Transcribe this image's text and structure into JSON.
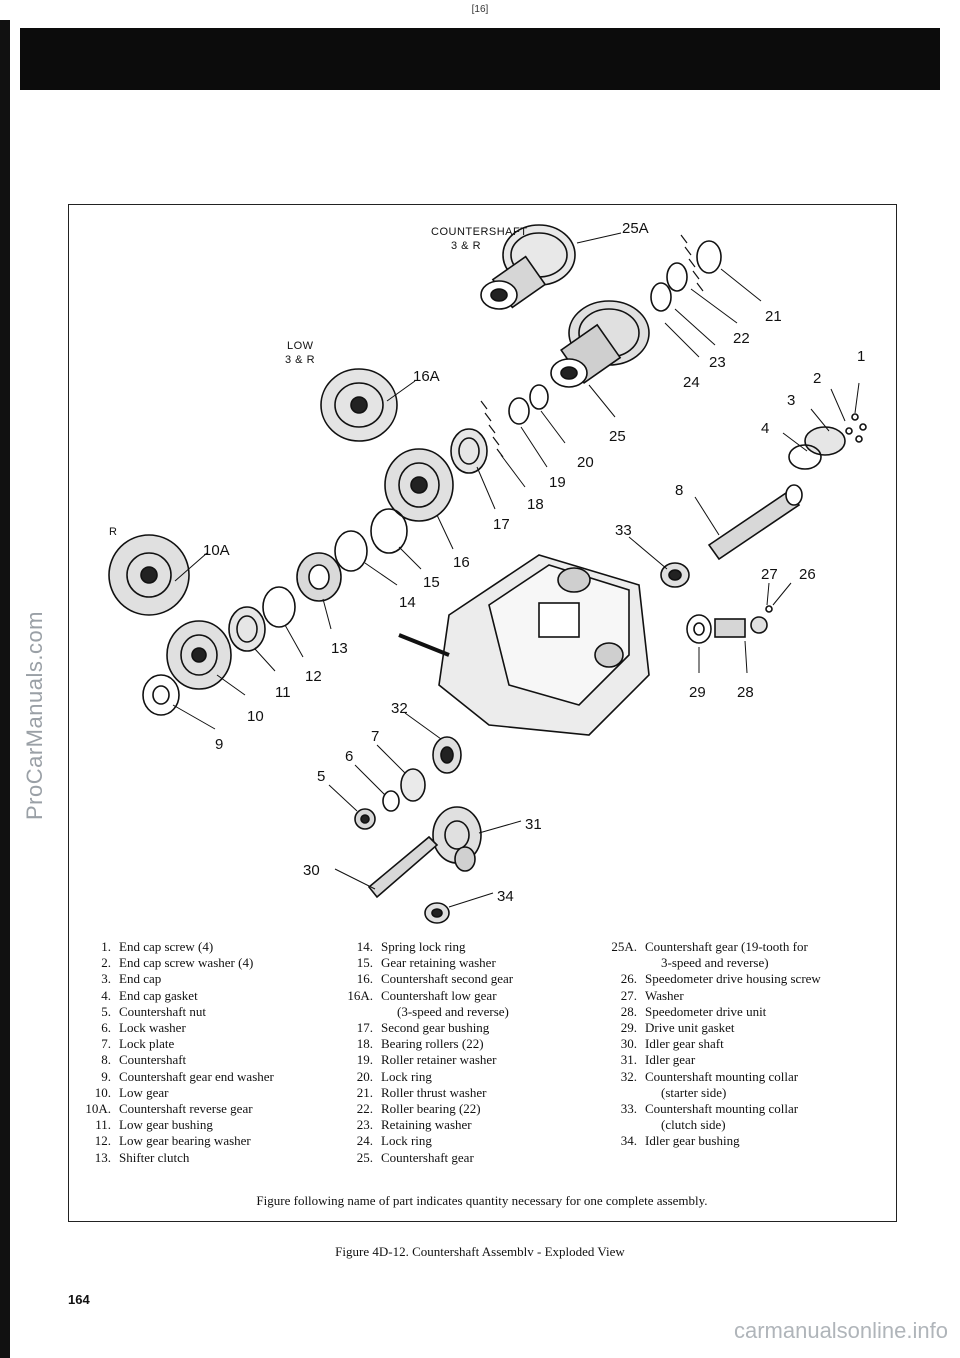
{
  "header": {
    "page_tag": "[16]"
  },
  "watermarks": {
    "left": "ProCarManuals.com",
    "bottom": "carmanualsonline.info"
  },
  "diagram": {
    "group_labels": {
      "countershaft": "COUNTERSHAFT",
      "countershaft_sub": "3 & R",
      "low": "LOW",
      "low_sub": "3 & R",
      "r": "R"
    },
    "callouts": [
      "25A",
      "21",
      "22",
      "23",
      "24",
      "1",
      "2",
      "3",
      "4",
      "16A",
      "25",
      "20",
      "19",
      "18",
      "17",
      "8",
      "33",
      "10A",
      "16",
      "15",
      "14",
      "27",
      "26",
      "13",
      "12",
      "11",
      "10",
      "9",
      "29",
      "28",
      "32",
      "7",
      "6",
      "5",
      "31",
      "30",
      "34"
    ]
  },
  "legend": {
    "col1": [
      {
        "n": "1.",
        "t": "End cap screw (4)"
      },
      {
        "n": "2.",
        "t": "End cap screw washer (4)"
      },
      {
        "n": "3.",
        "t": "End cap"
      },
      {
        "n": "4.",
        "t": "End cap gasket"
      },
      {
        "n": "5.",
        "t": "Countershaft nut"
      },
      {
        "n": "6.",
        "t": "Lock washer"
      },
      {
        "n": "7.",
        "t": "Lock plate"
      },
      {
        "n": "8.",
        "t": "Countershaft"
      },
      {
        "n": "9.",
        "t": "Countershaft gear end washer"
      },
      {
        "n": "10.",
        "t": "Low gear"
      },
      {
        "n": "10A.",
        "t": "Countershaft reverse gear"
      },
      {
        "n": "11.",
        "t": "Low gear bushing"
      },
      {
        "n": "12.",
        "t": "Low gear bearing washer"
      },
      {
        "n": "13.",
        "t": "Shifter clutch"
      }
    ],
    "col2": [
      {
        "n": "14.",
        "t": "Spring lock ring"
      },
      {
        "n": "15.",
        "t": "Gear retaining washer"
      },
      {
        "n": "16.",
        "t": "Countershaft second gear"
      },
      {
        "n": "16A.",
        "t": "Countershaft low gear",
        "c": "(3-speed and reverse)"
      },
      {
        "n": "17.",
        "t": "Second gear bushing"
      },
      {
        "n": "18.",
        "t": "Bearing rollers (22)"
      },
      {
        "n": "19.",
        "t": "Roller retainer washer"
      },
      {
        "n": "20.",
        "t": "Lock ring"
      },
      {
        "n": "21.",
        "t": "Roller thrust washer"
      },
      {
        "n": "22.",
        "t": "Roller bearing (22)"
      },
      {
        "n": "23.",
        "t": "Retaining washer"
      },
      {
        "n": "24.",
        "t": "Lock ring"
      },
      {
        "n": "25.",
        "t": "Countershaft gear"
      }
    ],
    "col3": [
      {
        "n": "25A.",
        "t": "Countershaft gear (19-tooth for",
        "c": "3-speed and reverse)"
      },
      {
        "n": "26.",
        "t": "Speedometer drive housing screw"
      },
      {
        "n": "27.",
        "t": "Washer"
      },
      {
        "n": "28.",
        "t": "Speedometer drive unit"
      },
      {
        "n": "29.",
        "t": "Drive unit gasket"
      },
      {
        "n": "30.",
        "t": "Idler gear shaft"
      },
      {
        "n": "31.",
        "t": "Idler gear"
      },
      {
        "n": "32.",
        "t": "Countershaft mounting collar",
        "c": "(starter side)"
      },
      {
        "n": "33.",
        "t": "Countershaft mounting collar",
        "c": "(clutch side)"
      },
      {
        "n": "34.",
        "t": "Idler gear bushing"
      }
    ],
    "footnote": "Figure following name of part indicates quantity necessary for one complete assembly."
  },
  "caption": "Figure 4D-12. Countershaft Assemblv - Exploded View",
  "page_number": "164"
}
